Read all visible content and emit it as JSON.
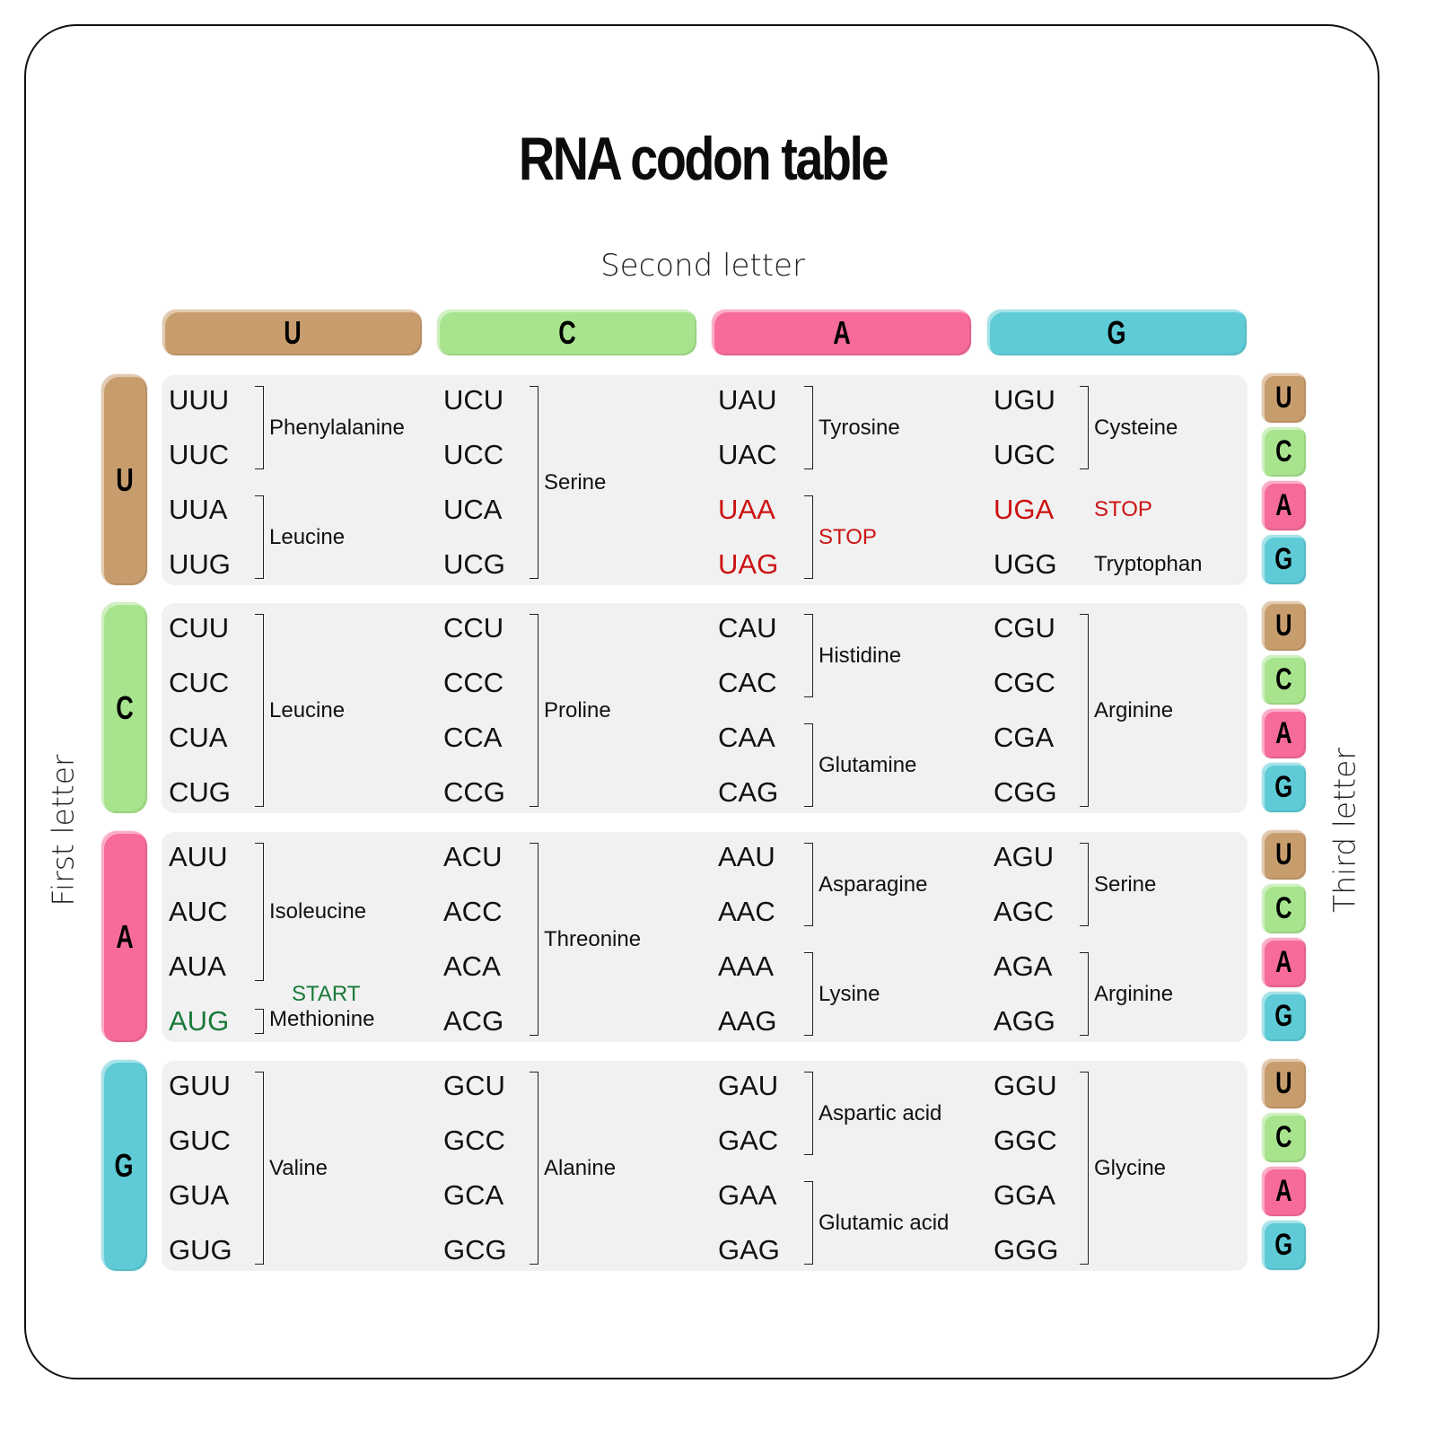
{
  "title": "RNA codon table",
  "axes": {
    "second_letter": "Second letter",
    "first_letter": "First letter",
    "third_letter": "Third letter"
  },
  "colors": {
    "U": "#c89d6e",
    "C": "#a8e48e",
    "A": "#f66b99",
    "G": "#5ecbd6",
    "panel": "#f1f1f1",
    "stop": "#cc1212",
    "start": "#1a7a3a"
  },
  "bases": [
    "U",
    "C",
    "A",
    "G"
  ],
  "columns": [
    {
      "label": "U"
    },
    {
      "label": "C"
    },
    {
      "label": "A"
    },
    {
      "label": "G"
    }
  ],
  "rows": [
    {
      "label": "U",
      "third": [
        "U",
        "C",
        "A",
        "G"
      ],
      "cols": [
        {
          "codons": [
            "UUU",
            "UUC",
            "UUA",
            "UUG"
          ],
          "groups": [
            {
              "name": "Phenylalanine",
              "from": 0,
              "to": 1
            },
            {
              "name": "Leucine",
              "from": 2,
              "to": 3
            }
          ]
        },
        {
          "codons": [
            "UCU",
            "UCC",
            "UCA",
            "UCG"
          ],
          "groups": [
            {
              "name": "Serine",
              "from": 0,
              "to": 3
            }
          ]
        },
        {
          "codons": [
            "UAU",
            "UAC",
            "UAA",
            "UAG"
          ],
          "groups": [
            {
              "name": "Tyrosine",
              "from": 0,
              "to": 1
            },
            {
              "name": "STOP",
              "from": 2,
              "to": 3,
              "stop": true
            }
          ]
        },
        {
          "codons": [
            "UGU",
            "UGC",
            "UGA",
            "UGG"
          ],
          "groups": [
            {
              "name": "Cysteine",
              "from": 0,
              "to": 1
            },
            {
              "name": "STOP",
              "from": 2,
              "to": 2,
              "stop": true,
              "nobracket": true
            },
            {
              "name": "Tryptophan",
              "from": 3,
              "to": 3,
              "nobracket": true
            }
          ]
        }
      ]
    },
    {
      "label": "C",
      "third": [
        "U",
        "C",
        "A",
        "G"
      ],
      "cols": [
        {
          "codons": [
            "CUU",
            "CUC",
            "CUA",
            "CUG"
          ],
          "groups": [
            {
              "name": "Leucine",
              "from": 0,
              "to": 3
            }
          ]
        },
        {
          "codons": [
            "CCU",
            "CCC",
            "CCA",
            "CCG"
          ],
          "groups": [
            {
              "name": "Proline",
              "from": 0,
              "to": 3
            }
          ]
        },
        {
          "codons": [
            "CAU",
            "CAC",
            "CAA",
            "CAG"
          ],
          "groups": [
            {
              "name": "Histidine",
              "from": 0,
              "to": 1
            },
            {
              "name": "Glutamine",
              "from": 2,
              "to": 3
            }
          ]
        },
        {
          "codons": [
            "CGU",
            "CGC",
            "CGA",
            "CGG"
          ],
          "groups": [
            {
              "name": "Arginine",
              "from": 0,
              "to": 3
            }
          ]
        }
      ]
    },
    {
      "label": "A",
      "third": [
        "U",
        "C",
        "A",
        "G"
      ],
      "cols": [
        {
          "codons": [
            "AUU",
            "AUC",
            "AUA",
            "AUG"
          ],
          "groups": [
            {
              "name": "Isoleucine",
              "from": 0,
              "to": 2
            },
            {
              "name": "Methionine",
              "from": 3,
              "to": 3,
              "start_label": "START"
            }
          ]
        },
        {
          "codons": [
            "ACU",
            "ACC",
            "ACA",
            "ACG"
          ],
          "groups": [
            {
              "name": "Threonine",
              "from": 0,
              "to": 3
            }
          ]
        },
        {
          "codons": [
            "AAU",
            "AAC",
            "AAA",
            "AAG"
          ],
          "groups": [
            {
              "name": "Asparagine",
              "from": 0,
              "to": 1
            },
            {
              "name": "Lysine",
              "from": 2,
              "to": 3
            }
          ]
        },
        {
          "codons": [
            "AGU",
            "AGC",
            "AGA",
            "AGG"
          ],
          "groups": [
            {
              "name": "Serine",
              "from": 0,
              "to": 1
            },
            {
              "name": "Arginine",
              "from": 2,
              "to": 3
            }
          ]
        }
      ]
    },
    {
      "label": "G",
      "third": [
        "U",
        "C",
        "A",
        "G"
      ],
      "cols": [
        {
          "codons": [
            "GUU",
            "GUC",
            "GUA",
            "GUG"
          ],
          "groups": [
            {
              "name": "Valine",
              "from": 0,
              "to": 3
            }
          ]
        },
        {
          "codons": [
            "GCU",
            "GCC",
            "GCA",
            "GCG"
          ],
          "groups": [
            {
              "name": "Alanine",
              "from": 0,
              "to": 3
            }
          ]
        },
        {
          "codons": [
            "GAU",
            "GAC",
            "GAA",
            "GAG"
          ],
          "groups": [
            {
              "name": "Aspartic acid",
              "from": 0,
              "to": 1
            },
            {
              "name": "Glutamic acid",
              "from": 2,
              "to": 3
            }
          ]
        },
        {
          "codons": [
            "GGU",
            "GGC",
            "GGA",
            "GGG"
          ],
          "groups": [
            {
              "name": "Glycine",
              "from": 0,
              "to": 3
            }
          ]
        }
      ]
    }
  ],
  "special": {
    "stop_codons": [
      "UAA",
      "UAG",
      "UGA"
    ],
    "start_codons": [
      "AUG"
    ]
  }
}
